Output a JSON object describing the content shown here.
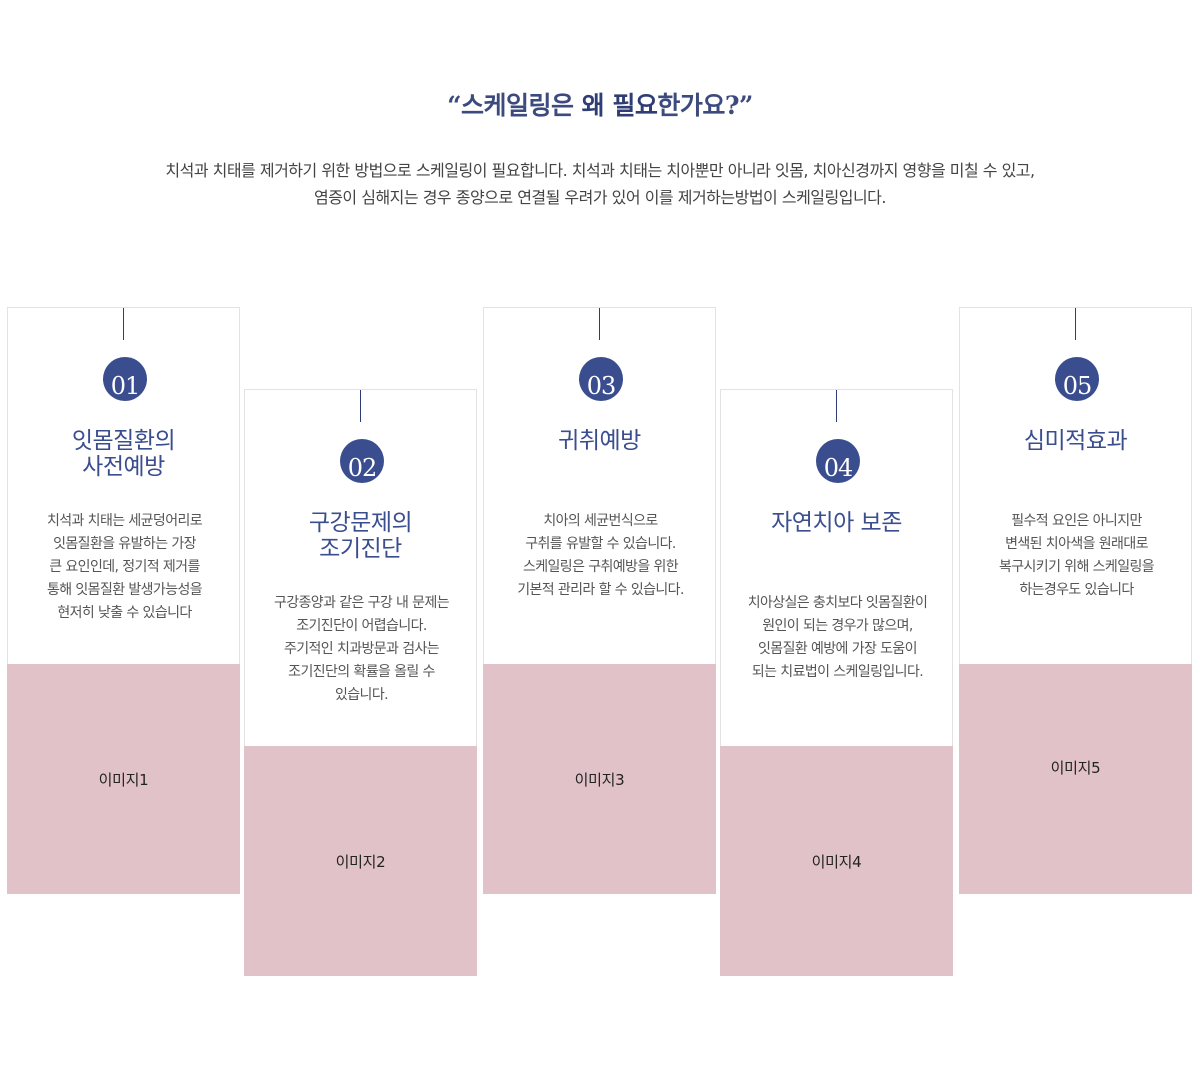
{
  "heading": {
    "open_quote": "“스케일링은 ",
    "emphasis": "왜 필요",
    "close": "한가요?”"
  },
  "intro": {
    "line1": "치석과 치태를 제거하기 위한 방법으로 스케일링이 필요합니다. 치석과 치태는 치아뿐만 아니라 잇몸, 치아신경까지 영향을 미칠 수 있고,",
    "line2": "염증이 심해지는 경우 종양으로 연결될 우려가 있어 이를 제거하는방법이 스케일링입니다."
  },
  "cards": [
    {
      "number": "01",
      "title": "잇몸질환의\n사전예방",
      "description": "치석과 치태는 세균덩어리로\n잇몸질환을 유발하는 가장\n큰 요인인데, 정기적 제거를\n통해 잇몸질환 발생가능성을\n현저히 낮출 수 있습니다",
      "image_label": "이미지1"
    },
    {
      "number": "02",
      "title": "구강문제의\n조기진단",
      "description": "구강종양과 같은 구강 내 문제는\n조기진단이 어렵습니다.\n주기적인 치과방문과 검사는\n조기진단의 확률을 올릴 수\n있습니다.",
      "image_label": "이미지2"
    },
    {
      "number": "03",
      "title": "귀취예방",
      "description": "치아의 세균번식으로\n구취를 유발할 수 있습니다.\n스케일링은 구취예방을 위한\n기본적 관리라 할 수 있습니다.",
      "image_label": "이미지3"
    },
    {
      "number": "04",
      "title": "자연치아 보존",
      "description": "치아상실은 충치보다 잇몸질환이\n원인이 되는 경우가 많으며,\n잇몸질환 예방에 가장 도움이\n되는 치료법이 스케일링입니다.",
      "image_label": "이미지4"
    },
    {
      "number": "05",
      "title": "심미적효과",
      "description": "필수적 요인은 아니지만\n변색된 치아색을 원래대로\n복구시키기 위해 스케일링을\n하는경우도 있습니다",
      "image_label": "이미지5"
    }
  ],
  "colors": {
    "navy": "#3a4d8f",
    "image_placeholder": "#e1c2c8",
    "border": "#e3e3e3"
  }
}
